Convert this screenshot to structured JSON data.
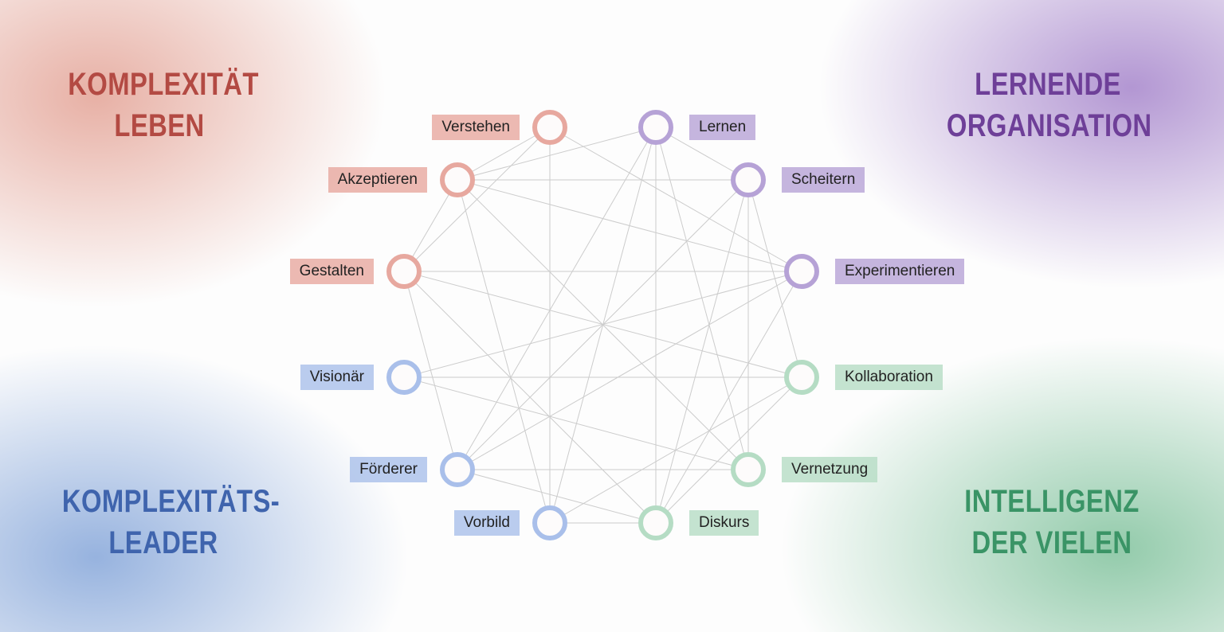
{
  "quadrants": {
    "top_left": {
      "line1": "KOMPLEXITÄT",
      "line2": "LEBEN",
      "color": "#b34a43"
    },
    "top_right": {
      "line1": "LERNENDE",
      "line2": "ORGANISATION",
      "color": "#6e3f98"
    },
    "bottom_left": {
      "line1": "KOMPLEXITÄTS-",
      "line2": "LEADER",
      "color": "#3f64ad"
    },
    "bottom_right": {
      "line1": "INTELLIGENZ",
      "line2": "DER VIELEN",
      "color": "#3a9466"
    }
  },
  "colors": {
    "red": "#e7a89f",
    "purple": "#b6a2d6",
    "blue": "#a9bfea",
    "green": "#b5dcc4",
    "edge": "#cccccc"
  },
  "nodes": [
    {
      "id": "verstehen",
      "label": "Verstehen",
      "group": "red"
    },
    {
      "id": "lernen",
      "label": "Lernen",
      "group": "purple"
    },
    {
      "id": "akzeptieren",
      "label": "Akzeptieren",
      "group": "red"
    },
    {
      "id": "scheitern",
      "label": "Scheitern",
      "group": "purple"
    },
    {
      "id": "gestalten",
      "label": "Gestalten",
      "group": "red"
    },
    {
      "id": "experimentieren",
      "label": "Experimentieren",
      "group": "purple"
    },
    {
      "id": "visionaer",
      "label": "Visionär",
      "group": "blue"
    },
    {
      "id": "kollaboration",
      "label": "Kollaboration",
      "group": "green"
    },
    {
      "id": "foerderer",
      "label": "Förderer",
      "group": "blue"
    },
    {
      "id": "vernetzung",
      "label": "Vernetzung",
      "group": "green"
    },
    {
      "id": "vorbild",
      "label": "Vorbild",
      "group": "blue"
    },
    {
      "id": "diskurs",
      "label": "Diskurs",
      "group": "green"
    }
  ],
  "edges": [
    [
      "verstehen",
      "akzeptieren"
    ],
    [
      "verstehen",
      "gestalten"
    ],
    [
      "verstehen",
      "vorbild"
    ],
    [
      "verstehen",
      "experimentieren"
    ],
    [
      "lernen",
      "akzeptieren"
    ],
    [
      "lernen",
      "scheitern"
    ],
    [
      "lernen",
      "foerderer"
    ],
    [
      "lernen",
      "vorbild"
    ],
    [
      "lernen",
      "diskurs"
    ],
    [
      "lernen",
      "vernetzung"
    ],
    [
      "akzeptieren",
      "scheitern"
    ],
    [
      "akzeptieren",
      "experimentieren"
    ],
    [
      "akzeptieren",
      "gestalten"
    ],
    [
      "akzeptieren",
      "vorbild"
    ],
    [
      "akzeptieren",
      "vernetzung"
    ],
    [
      "scheitern",
      "foerderer"
    ],
    [
      "scheitern",
      "diskurs"
    ],
    [
      "scheitern",
      "vernetzung"
    ],
    [
      "scheitern",
      "kollaboration"
    ],
    [
      "gestalten",
      "experimentieren"
    ],
    [
      "gestalten",
      "foerderer"
    ],
    [
      "gestalten",
      "diskurs"
    ],
    [
      "gestalten",
      "kollaboration"
    ],
    [
      "visionaer",
      "experimentieren"
    ],
    [
      "visionaer",
      "kollaboration"
    ],
    [
      "visionaer",
      "vernetzung"
    ],
    [
      "experimentieren",
      "foerderer"
    ],
    [
      "experimentieren",
      "diskurs"
    ],
    [
      "foerderer",
      "vernetzung"
    ],
    [
      "foerderer",
      "diskurs"
    ],
    [
      "vorbild",
      "diskurs"
    ],
    [
      "vorbild",
      "kollaboration"
    ],
    [
      "kollaboration",
      "diskurs"
    ]
  ]
}
